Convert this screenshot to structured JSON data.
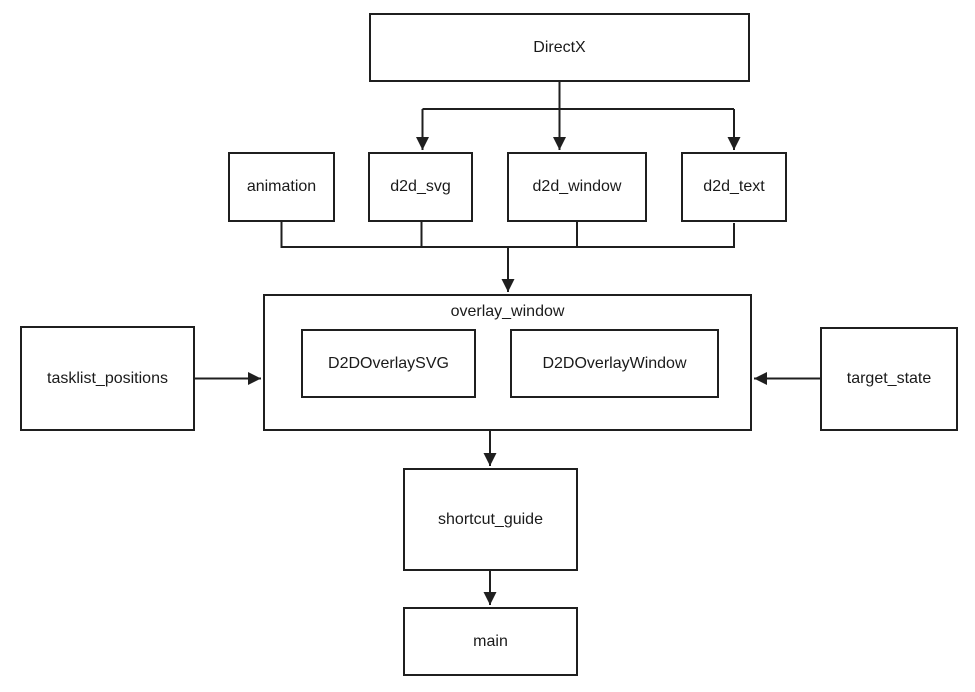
{
  "diagram": {
    "title": "module dependency diagram",
    "colors": {
      "stroke": "#1f1f1f",
      "text": "#1a1a1a",
      "background": "#ffffff"
    },
    "nodes": {
      "directx": {
        "label": "DirectX"
      },
      "animation": {
        "label": "animation"
      },
      "d2d_svg": {
        "label": "d2d_svg"
      },
      "d2d_window": {
        "label": "d2d_window"
      },
      "d2d_text": {
        "label": "d2d_text"
      },
      "overlay_window": {
        "label": "overlay_window"
      },
      "d2d_overlay_svg": {
        "label": "D2DOverlaySVG"
      },
      "d2d_overlay_window": {
        "label": "D2DOverlayWindow"
      },
      "tasklist_positions": {
        "label": "tasklist_positions"
      },
      "target_state": {
        "label": "target_state"
      },
      "shortcut_guide": {
        "label": "shortcut_guide"
      },
      "main": {
        "label": "main"
      }
    },
    "containment": [
      {
        "parent": "overlay_window",
        "children": [
          "D2DOverlaySVG",
          "D2DOverlayWindow"
        ]
      }
    ],
    "edges": [
      {
        "from": "DirectX",
        "to": "d2d_svg"
      },
      {
        "from": "DirectX",
        "to": "d2d_window"
      },
      {
        "from": "DirectX",
        "to": "d2d_text"
      },
      {
        "from": "animation",
        "to": "overlay_window"
      },
      {
        "from": "d2d_svg",
        "to": "overlay_window"
      },
      {
        "from": "d2d_window",
        "to": "overlay_window"
      },
      {
        "from": "d2d_text",
        "to": "overlay_window"
      },
      {
        "from": "tasklist_positions",
        "to": "overlay_window"
      },
      {
        "from": "target_state",
        "to": "overlay_window"
      },
      {
        "from": "overlay_window",
        "to": "shortcut_guide"
      },
      {
        "from": "shortcut_guide",
        "to": "main"
      }
    ]
  }
}
